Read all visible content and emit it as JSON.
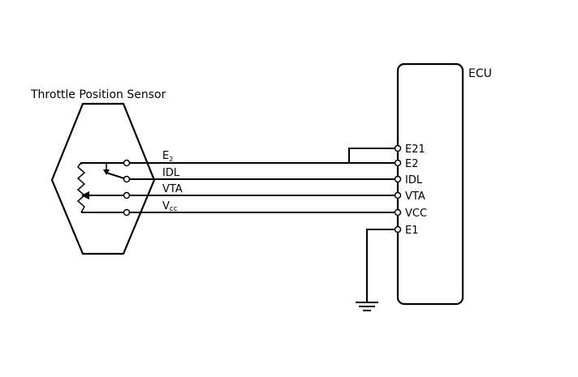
{
  "sensor": {
    "title": "Throttle Position Sensor"
  },
  "ecu": {
    "label": "ECU"
  },
  "wire_labels": {
    "e2": {
      "main": "E",
      "sub": "2"
    },
    "idl": "IDL",
    "vta": "VTA",
    "vcc": {
      "main": "V",
      "sub": "cc"
    }
  },
  "ecu_pins": [
    "E21",
    "E2",
    "IDL",
    "VTA",
    "VCC",
    "E1"
  ]
}
